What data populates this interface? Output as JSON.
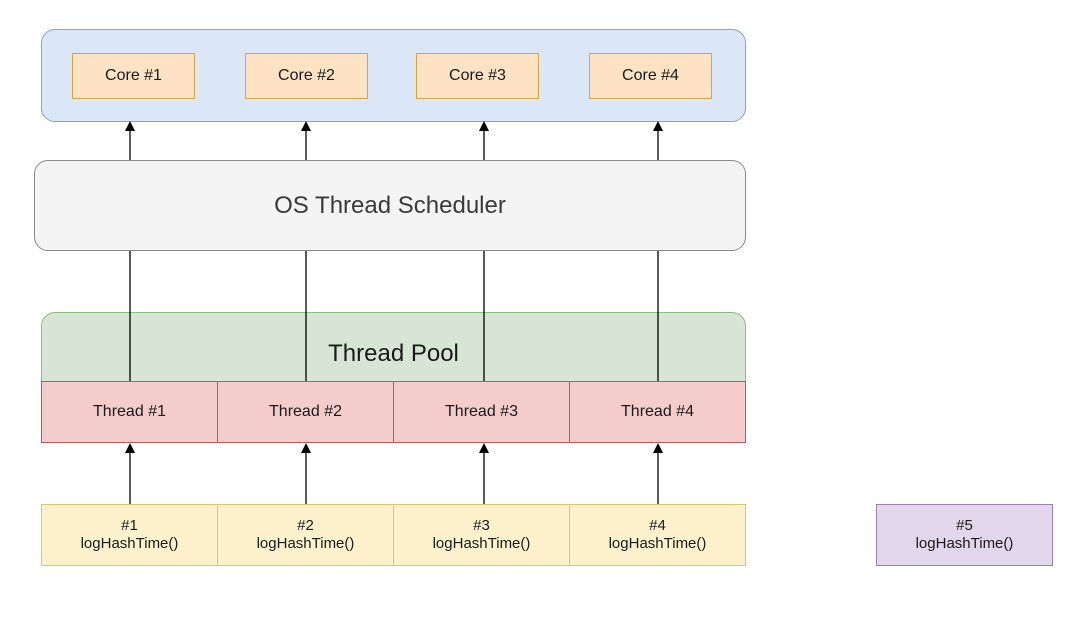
{
  "cores": [
    {
      "label": "Core #1"
    },
    {
      "label": "Core #2"
    },
    {
      "label": "Core #3"
    },
    {
      "label": "Core #4"
    }
  ],
  "scheduler": {
    "label": "OS Thread Scheduler"
  },
  "thread_pool": {
    "title": "Thread Pool",
    "threads": [
      {
        "label": "Thread #1"
      },
      {
        "label": "Thread #2"
      },
      {
        "label": "Thread #3"
      },
      {
        "label": "Thread #4"
      }
    ]
  },
  "tasks": [
    {
      "id": "#1",
      "call": "logHashTime()"
    },
    {
      "id": "#2",
      "call": "logHashTime()"
    },
    {
      "id": "#3",
      "call": "logHashTime()"
    },
    {
      "id": "#4",
      "call": "logHashTime()"
    },
    {
      "id": "#5",
      "call": "logHashTime()"
    }
  ],
  "colors": {
    "cores_container": "#dbe7f7",
    "core_box": "#fde3c4",
    "scheduler_box": "#f4f4f4",
    "thread_pool": "#d7e6d4",
    "thread_box": "#f4cccc",
    "task_box": "#fdf1cc",
    "waiting_task_box": "#e2d6ea",
    "connector": "#000000"
  }
}
